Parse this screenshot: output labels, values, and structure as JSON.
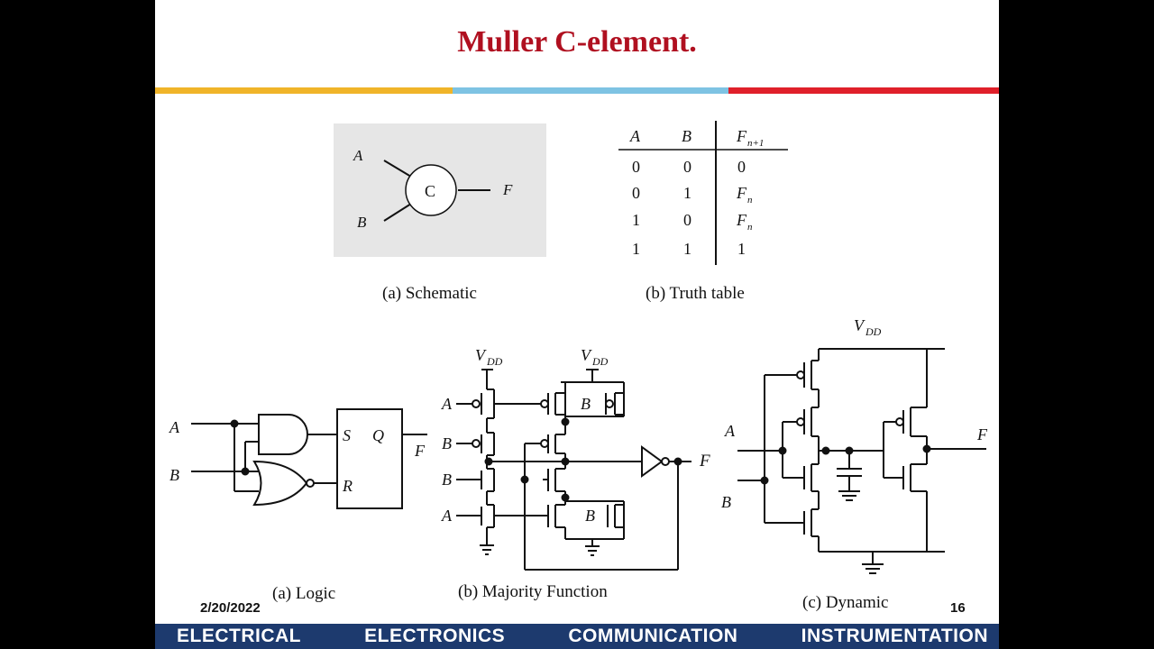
{
  "title": "Muller C-element.",
  "accent_colors": {
    "title": "#b01020",
    "bar_orange": "#f0b429",
    "bar_blue": "#7ec3e3",
    "bar_red": "#e0202a",
    "footer": "#1d3a6e"
  },
  "schematic": {
    "input_a": "A",
    "input_b": "B",
    "gate": "C",
    "output": "F",
    "caption": "(a) Schematic"
  },
  "truth_table": {
    "headers": [
      "A",
      "B",
      "F",
      "n+1"
    ],
    "rows": [
      [
        "0",
        "0",
        "0",
        ""
      ],
      [
        "0",
        "1",
        "F",
        "n"
      ],
      [
        "1",
        "0",
        "F",
        "n"
      ],
      [
        "1",
        "1",
        "1",
        ""
      ]
    ],
    "caption": "(b) Truth table"
  },
  "logic": {
    "a": "A",
    "b": "B",
    "s": "S",
    "q": "Q",
    "r": "R",
    "f": "F",
    "caption": "(a) Logic"
  },
  "majority": {
    "vdd": "V",
    "vdd_sub": "DD",
    "a": "A",
    "b": "B",
    "f": "F",
    "caption": "(b) Majority Function"
  },
  "dynamic": {
    "vdd": "V",
    "vdd_sub": "DD",
    "a": "A",
    "b": "B",
    "f": "F",
    "caption": "(c) Dynamic"
  },
  "date": "2/20/2022",
  "page_number": "16",
  "footer": [
    "ELECTRICAL",
    "ELECTRONICS",
    "COMMUNICATION",
    "INSTRUMENTATION"
  ]
}
